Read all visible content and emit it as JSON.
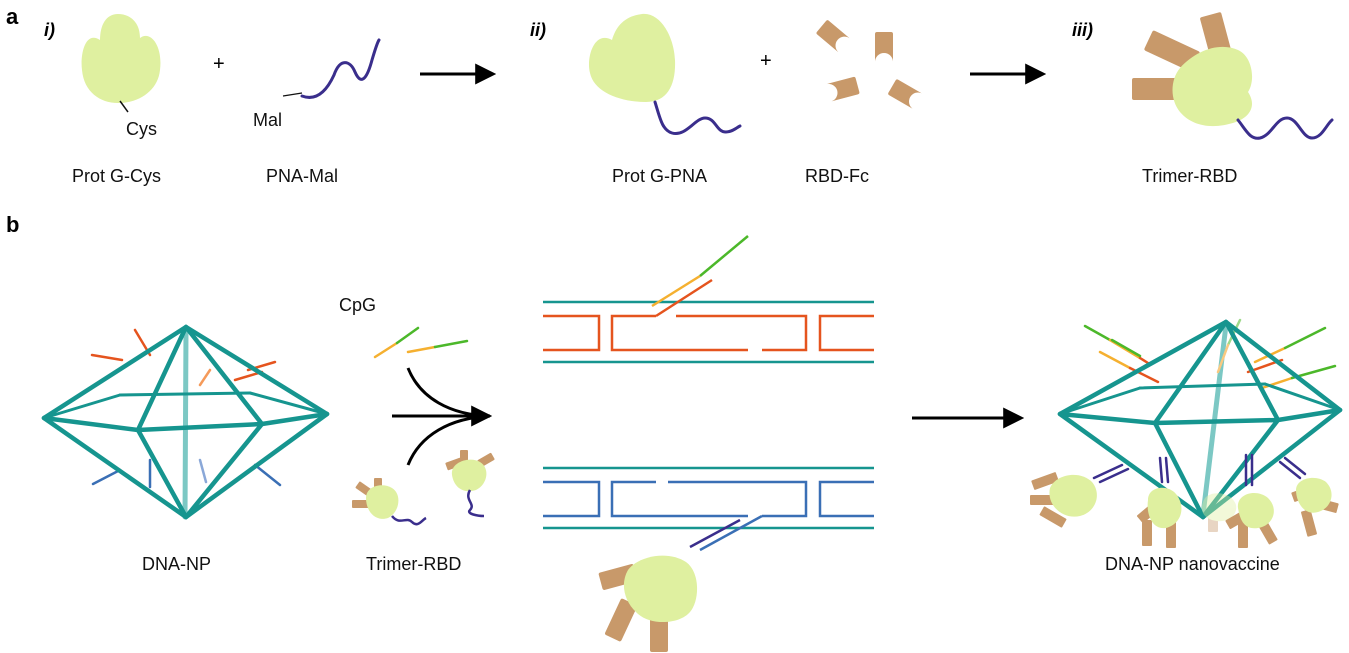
{
  "panels": {
    "a": "a",
    "b": "b"
  },
  "steps": {
    "i": "i)",
    "ii": "ii)",
    "iii": "iii)"
  },
  "operators": {
    "plus": "+"
  },
  "labels": {
    "cys": "Cys",
    "mal": "Mal",
    "prot_g_cys": "Prot G-Cys",
    "pna_mal": "PNA-Mal",
    "prot_g_pna": "Prot G-PNA",
    "rbd_fc": "RBD-Fc",
    "trimer_rbd_a": "Trimer-RBD",
    "cpg": "CpG",
    "dna_np": "DNA-NP",
    "trimer_rbd_b": "Trimer-RBD",
    "dna_np_nanovaccine": "DNA-NP nanovaccine"
  },
  "colors": {
    "protein": "#dff0a0",
    "pna": "#3a2e8c",
    "rbd": "#c8996a",
    "frame": "#16958f",
    "frame_light": "#7cc8c4",
    "strand_orange": "#e5541e",
    "strand_blue": "#3a6fb5",
    "cpg_green": "#4cb82a",
    "cpg_yellow": "#f5b030"
  }
}
